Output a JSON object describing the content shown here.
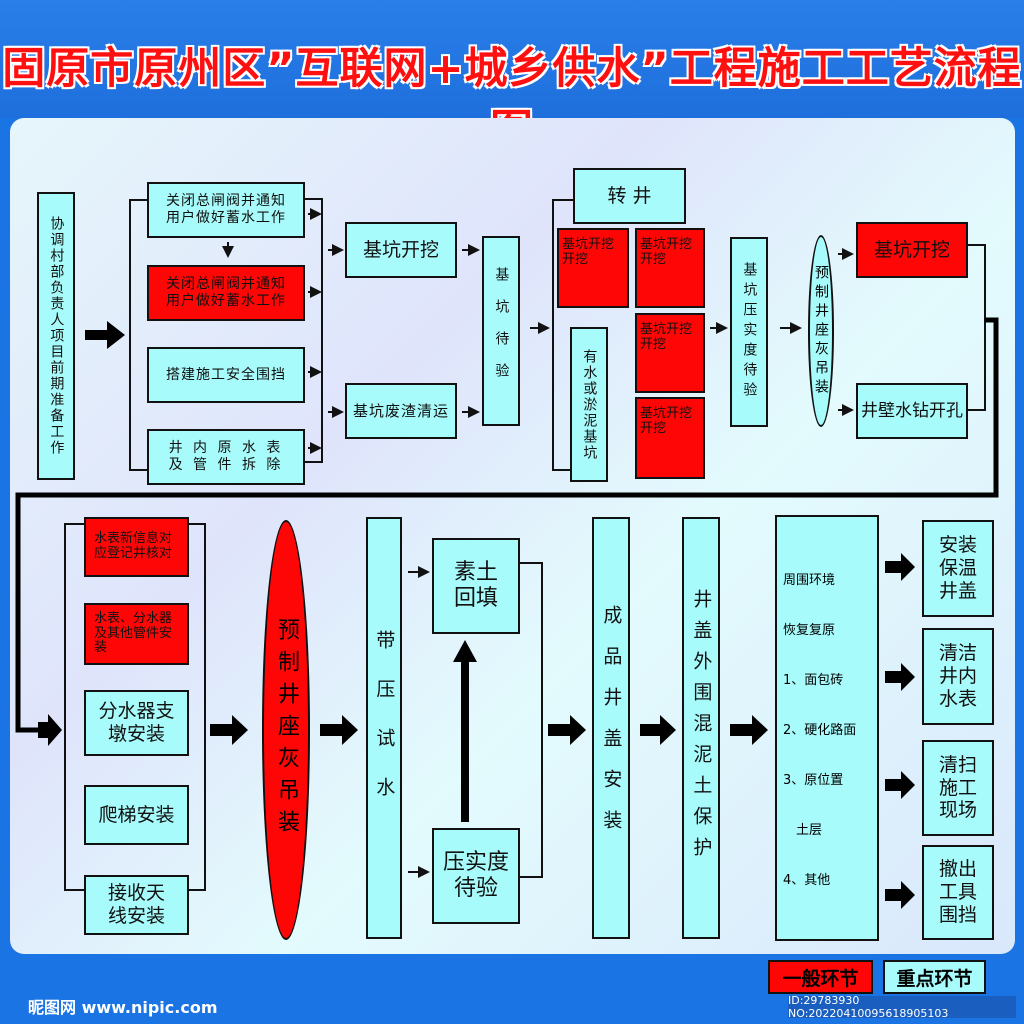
{
  "title": "固原市原州区”互联网+城乡供水”工程施工工艺流程图",
  "colors": {
    "general": "#ff0606",
    "key": "#a8fbfb",
    "header": "#1b74e4"
  },
  "row1": {
    "prep": "协调村部负责人项目前期准备工作",
    "close_valve_key": "关闭总闸阀并通知用户做好蓄水工作",
    "close_valve_general": "关闭总闸阀并通知用户做好蓄水工作",
    "safety_fence": "搭建施工安全围挡",
    "remove_meter": "井 内 原 水 表 及 管 件 拆 除",
    "pit_dig": "基坑开挖",
    "pit_waste": "基坑废渣清运",
    "pit_wait": "基坑待验",
    "transfer_well": "转 井",
    "red_dig": [
      "基坑开挖开挖",
      "基坑开挖开挖",
      "基坑开挖开挖",
      "基坑开挖开挖"
    ],
    "wet_pit": "有水或淤泥基坑",
    "compaction_wait": "基坑压实度待验",
    "prefab_hoist": "预制井座灰吊装",
    "pit_dig_red": "基坑开挖",
    "drill_hole": "井壁水钻开孔"
  },
  "row2": {
    "meter_info": "水表新信息对应登记井核对",
    "meter_install": "水表、分水器及其他管件安装",
    "splitter": "分水器支墩安装",
    "ladder": "爬梯安装",
    "antenna": "接收天线安装",
    "prefab_hoist": "预制井座灰吊装",
    "pressure_test": "带压试水",
    "backfill": "素土回填",
    "compaction": "压实度待验",
    "cover_install": "成品井盖安装",
    "concrete": "井盖外围混泥土保护",
    "restore": [
      "周围环境",
      "恢复复原",
      "1、面包砖",
      "2、硬化路面",
      "3、原位置",
      "　土层",
      "4、其他"
    ],
    "final": [
      "安装保温井盖",
      "清洁井内水表",
      "清扫施工现场",
      "撤出工具围挡"
    ]
  },
  "legend": {
    "general": "一般环节",
    "key": "重点环节"
  },
  "watermark": "昵图网 www.nipic.com",
  "id_text": "ID:29783930 NO:20220410095618905103"
}
